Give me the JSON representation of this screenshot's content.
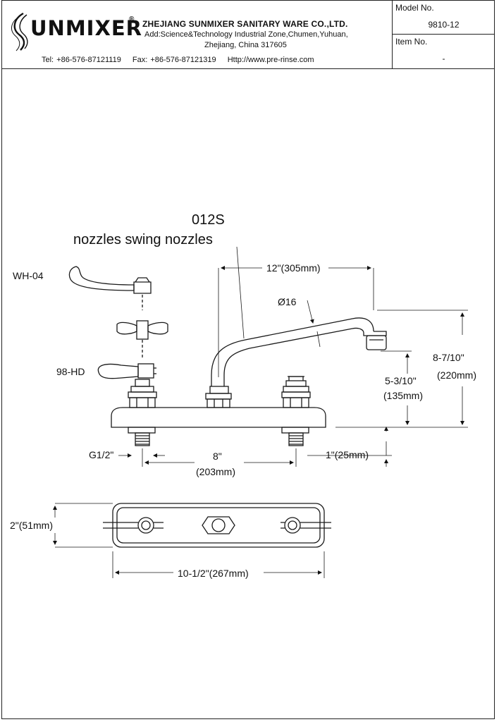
{
  "header": {
    "brand": "UNMIXER",
    "registered_mark": "®",
    "company": "ZHEJIANG SUNMIXER SANITARY WARE CO.,LTD.",
    "address_line1": "Add:Science&Technology Industrial Zone,Chumen,Yuhuan,",
    "address_line2": "Zhejiang, China 317605",
    "tel": "Tel: +86-576-87121119",
    "fax": "Fax: +86-576-87121319",
    "web": "Http://www.pre-rinse.com"
  },
  "meta": {
    "model_label": "Model No.",
    "model_value": "9810-12",
    "item_label": "Item No.",
    "item_value": "-"
  },
  "drawing": {
    "part_code": "012S",
    "part_desc": "nozzles swing nozzles",
    "handle_top": "WH-04",
    "handle_bottom": "98-HD",
    "spout_reach": "12\"(305mm)",
    "spout_dia": "Ø16",
    "height_total_in": "8-7/10\"",
    "height_total_mm": "(220mm)",
    "height_spout_in": "5-3/10\"",
    "height_spout_mm": "(135mm)",
    "thread": "G1/2\"",
    "shank_len": "1\"(25mm)",
    "center_in": "8\"",
    "center_mm": "(203mm)",
    "plate_depth": "2\"(51mm)",
    "plate_width": "10-1/2\"(267mm)"
  },
  "colors": {
    "line": "#1a1a1a",
    "background": "#ffffff"
  }
}
